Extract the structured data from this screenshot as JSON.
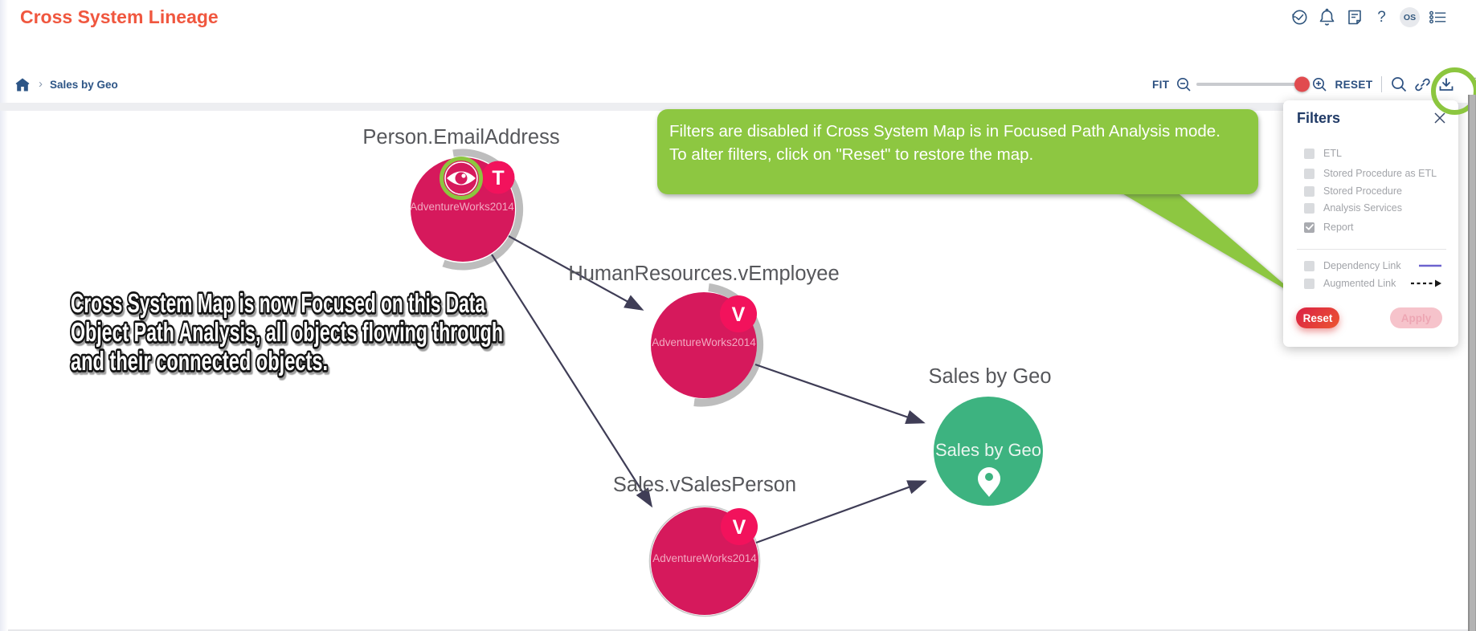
{
  "header": {
    "title": "Cross System Lineage",
    "help": "?",
    "avatar_initials": "OS",
    "icons": [
      "history-check-icon",
      "notifications-bell-icon",
      "notes-icon",
      "help-icon",
      "user-avatar",
      "menu-list-icon"
    ]
  },
  "breadcrumb": {
    "separator": "›",
    "current": "Sales by Geo"
  },
  "toolbar": {
    "fit_label": "FIT",
    "reset_label": "RESET",
    "icons": [
      "zoom-out-icon",
      "zoom-slider",
      "zoom-in-icon",
      "search-icon",
      "link-icon",
      "download-icon",
      "filter-icon"
    ]
  },
  "graph": {
    "nodes": [
      {
        "label": "Person.EmailAddress",
        "database": "AdventureWorks2014",
        "badge": "T",
        "type": "table",
        "color": "#D6195C",
        "decorations": [
          "eye-icon",
          "green-highlight-ring"
        ]
      },
      {
        "label": "HumanResources.vEmployee",
        "database": "AdventureWorks2014",
        "badge": "V",
        "type": "view",
        "color": "#D6195C"
      },
      {
        "label": "Sales.vSalesPerson",
        "database": "AdventureWorks2014",
        "badge": "V",
        "type": "view",
        "color": "#D6195C"
      },
      {
        "label": "Sales by Geo",
        "inner_label": "Sales by Geo",
        "type": "report",
        "color": "#3DB380",
        "decorations": [
          "location-pin-icon"
        ]
      }
    ],
    "edges": [
      {
        "from": "Person.EmailAddress",
        "to": "HumanResources.vEmployee"
      },
      {
        "from": "Person.EmailAddress",
        "to": "Sales.vSalesPerson"
      },
      {
        "from": "HumanResources.vEmployee",
        "to": "Sales by Geo"
      },
      {
        "from": "Sales.vSalesPerson",
        "to": "Sales by Geo"
      }
    ]
  },
  "focus_note": {
    "line1": "Cross System Map is now Focused on this Data",
    "line2": "Object Path Analysis, all objects flowing through",
    "line3": "and their connected objects."
  },
  "callout": {
    "line1": "Filters are disabled if Cross System Map is in Focused Path Analysis mode.",
    "line2": "To alter filters, click on \"Reset\" to restore the map."
  },
  "filters": {
    "title": "Filters",
    "items": [
      {
        "label": "ETL",
        "checked": false
      },
      {
        "label": "Stored Procedure as ETL",
        "checked": false
      },
      {
        "label": "Stored Procedure",
        "checked": false
      },
      {
        "label": "Analysis Services",
        "checked": false
      },
      {
        "label": "Report",
        "checked": true
      }
    ],
    "links": [
      {
        "label": "Dependency Link",
        "sample": "solid-purple-line"
      },
      {
        "label": "Augmented Link",
        "sample": "dashed-black-arrow"
      }
    ],
    "reset_label": "Reset",
    "apply_label": "Apply"
  },
  "colors": {
    "accent_orange": "#F0573F",
    "navy": "#2D5586",
    "node_crimson": "#D6195C",
    "badge_pink": "#F2125C",
    "node_green": "#3DB380",
    "callout_green": "#8DC741",
    "highlight_green": "#8CC63F",
    "edge_dark": "#3F3D56",
    "dependency_purple": "#6C63CE",
    "slider_knob_red": "#E14B4F"
  }
}
